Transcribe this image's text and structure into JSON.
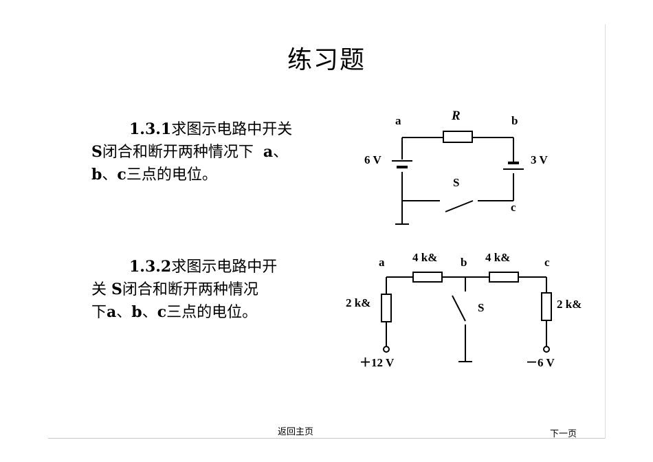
{
  "title": "练习题",
  "problems": [
    {
      "number": "1.3.1",
      "line1_text": "求图示电路中开关",
      "line2_switch": "S",
      "line2_text": "闭合和断开两种情况下",
      "line2_a": "a",
      "sep1": "、",
      "line3_b": "b",
      "sep2": "、",
      "line3_c": "c",
      "line3_text": "三点的电位。"
    },
    {
      "number": "1.3.2",
      "line1_text": "求图示电路中开",
      "line2_lead": "关 ",
      "line2_switch": "S",
      "line2_text": "闭合和断开两种情况",
      "line3_lead": "下",
      "line3_a": "a",
      "sep1": "、",
      "line3_b": "b",
      "sep2": "、",
      "line3_c": "c",
      "line3_text": "三点的电位。"
    }
  ],
  "circuit1": {
    "node_a": "a",
    "node_b": "b",
    "node_c": "c",
    "resistor": "R",
    "left_source": "6 V",
    "right_source": "3 V",
    "switch": "S"
  },
  "circuit2": {
    "node_a": "a",
    "node_b": "b",
    "node_c": "c",
    "r_ab": "4 k&",
    "r_bc": "4 k&",
    "r_left": "2 k&",
    "r_right": "2 k&",
    "switch": "S",
    "left_supply": "＋12 V",
    "right_supply": "－6 V"
  },
  "nav": {
    "home": "返回主页",
    "next": "下一页"
  }
}
